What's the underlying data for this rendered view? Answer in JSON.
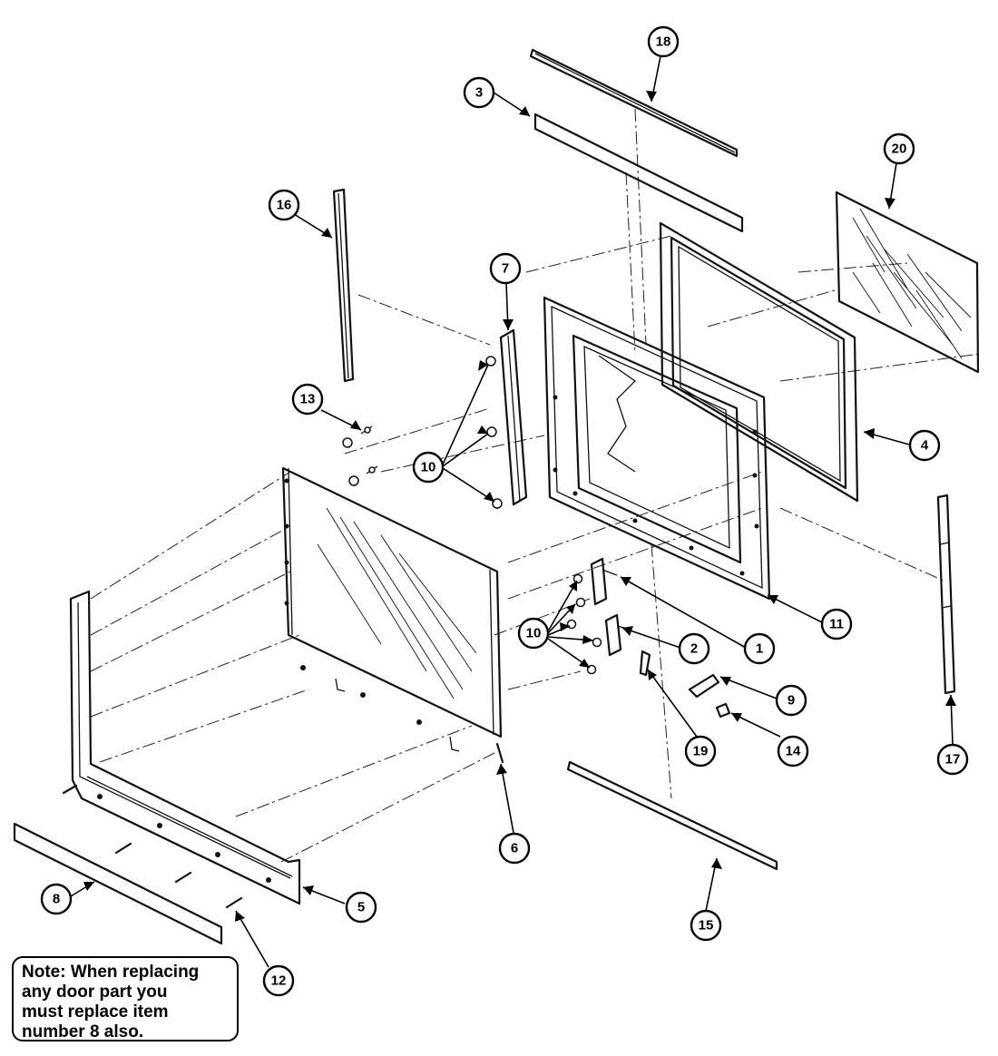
{
  "callouts": [
    {
      "id": "c1",
      "label": "1"
    },
    {
      "id": "c2",
      "label": "2"
    },
    {
      "id": "c3",
      "label": "3"
    },
    {
      "id": "c4",
      "label": "4"
    },
    {
      "id": "c5",
      "label": "5"
    },
    {
      "id": "c6",
      "label": "6"
    },
    {
      "id": "c7",
      "label": "7"
    },
    {
      "id": "c8",
      "label": "8"
    },
    {
      "id": "c9",
      "label": "9"
    },
    {
      "id": "c10a",
      "label": "10"
    },
    {
      "id": "c10b",
      "label": "10"
    },
    {
      "id": "c11",
      "label": "11"
    },
    {
      "id": "c12",
      "label": "12"
    },
    {
      "id": "c13",
      "label": "13"
    },
    {
      "id": "c14",
      "label": "14"
    },
    {
      "id": "c15",
      "label": "15"
    },
    {
      "id": "c16",
      "label": "16"
    },
    {
      "id": "c17",
      "label": "17"
    },
    {
      "id": "c18",
      "label": "18"
    },
    {
      "id": "c19",
      "label": "19"
    },
    {
      "id": "c20",
      "label": "20"
    }
  ],
  "note": {
    "lines": [
      "Note:  When replacing",
      "any door part you",
      "must replace item",
      "number 8 also."
    ]
  }
}
